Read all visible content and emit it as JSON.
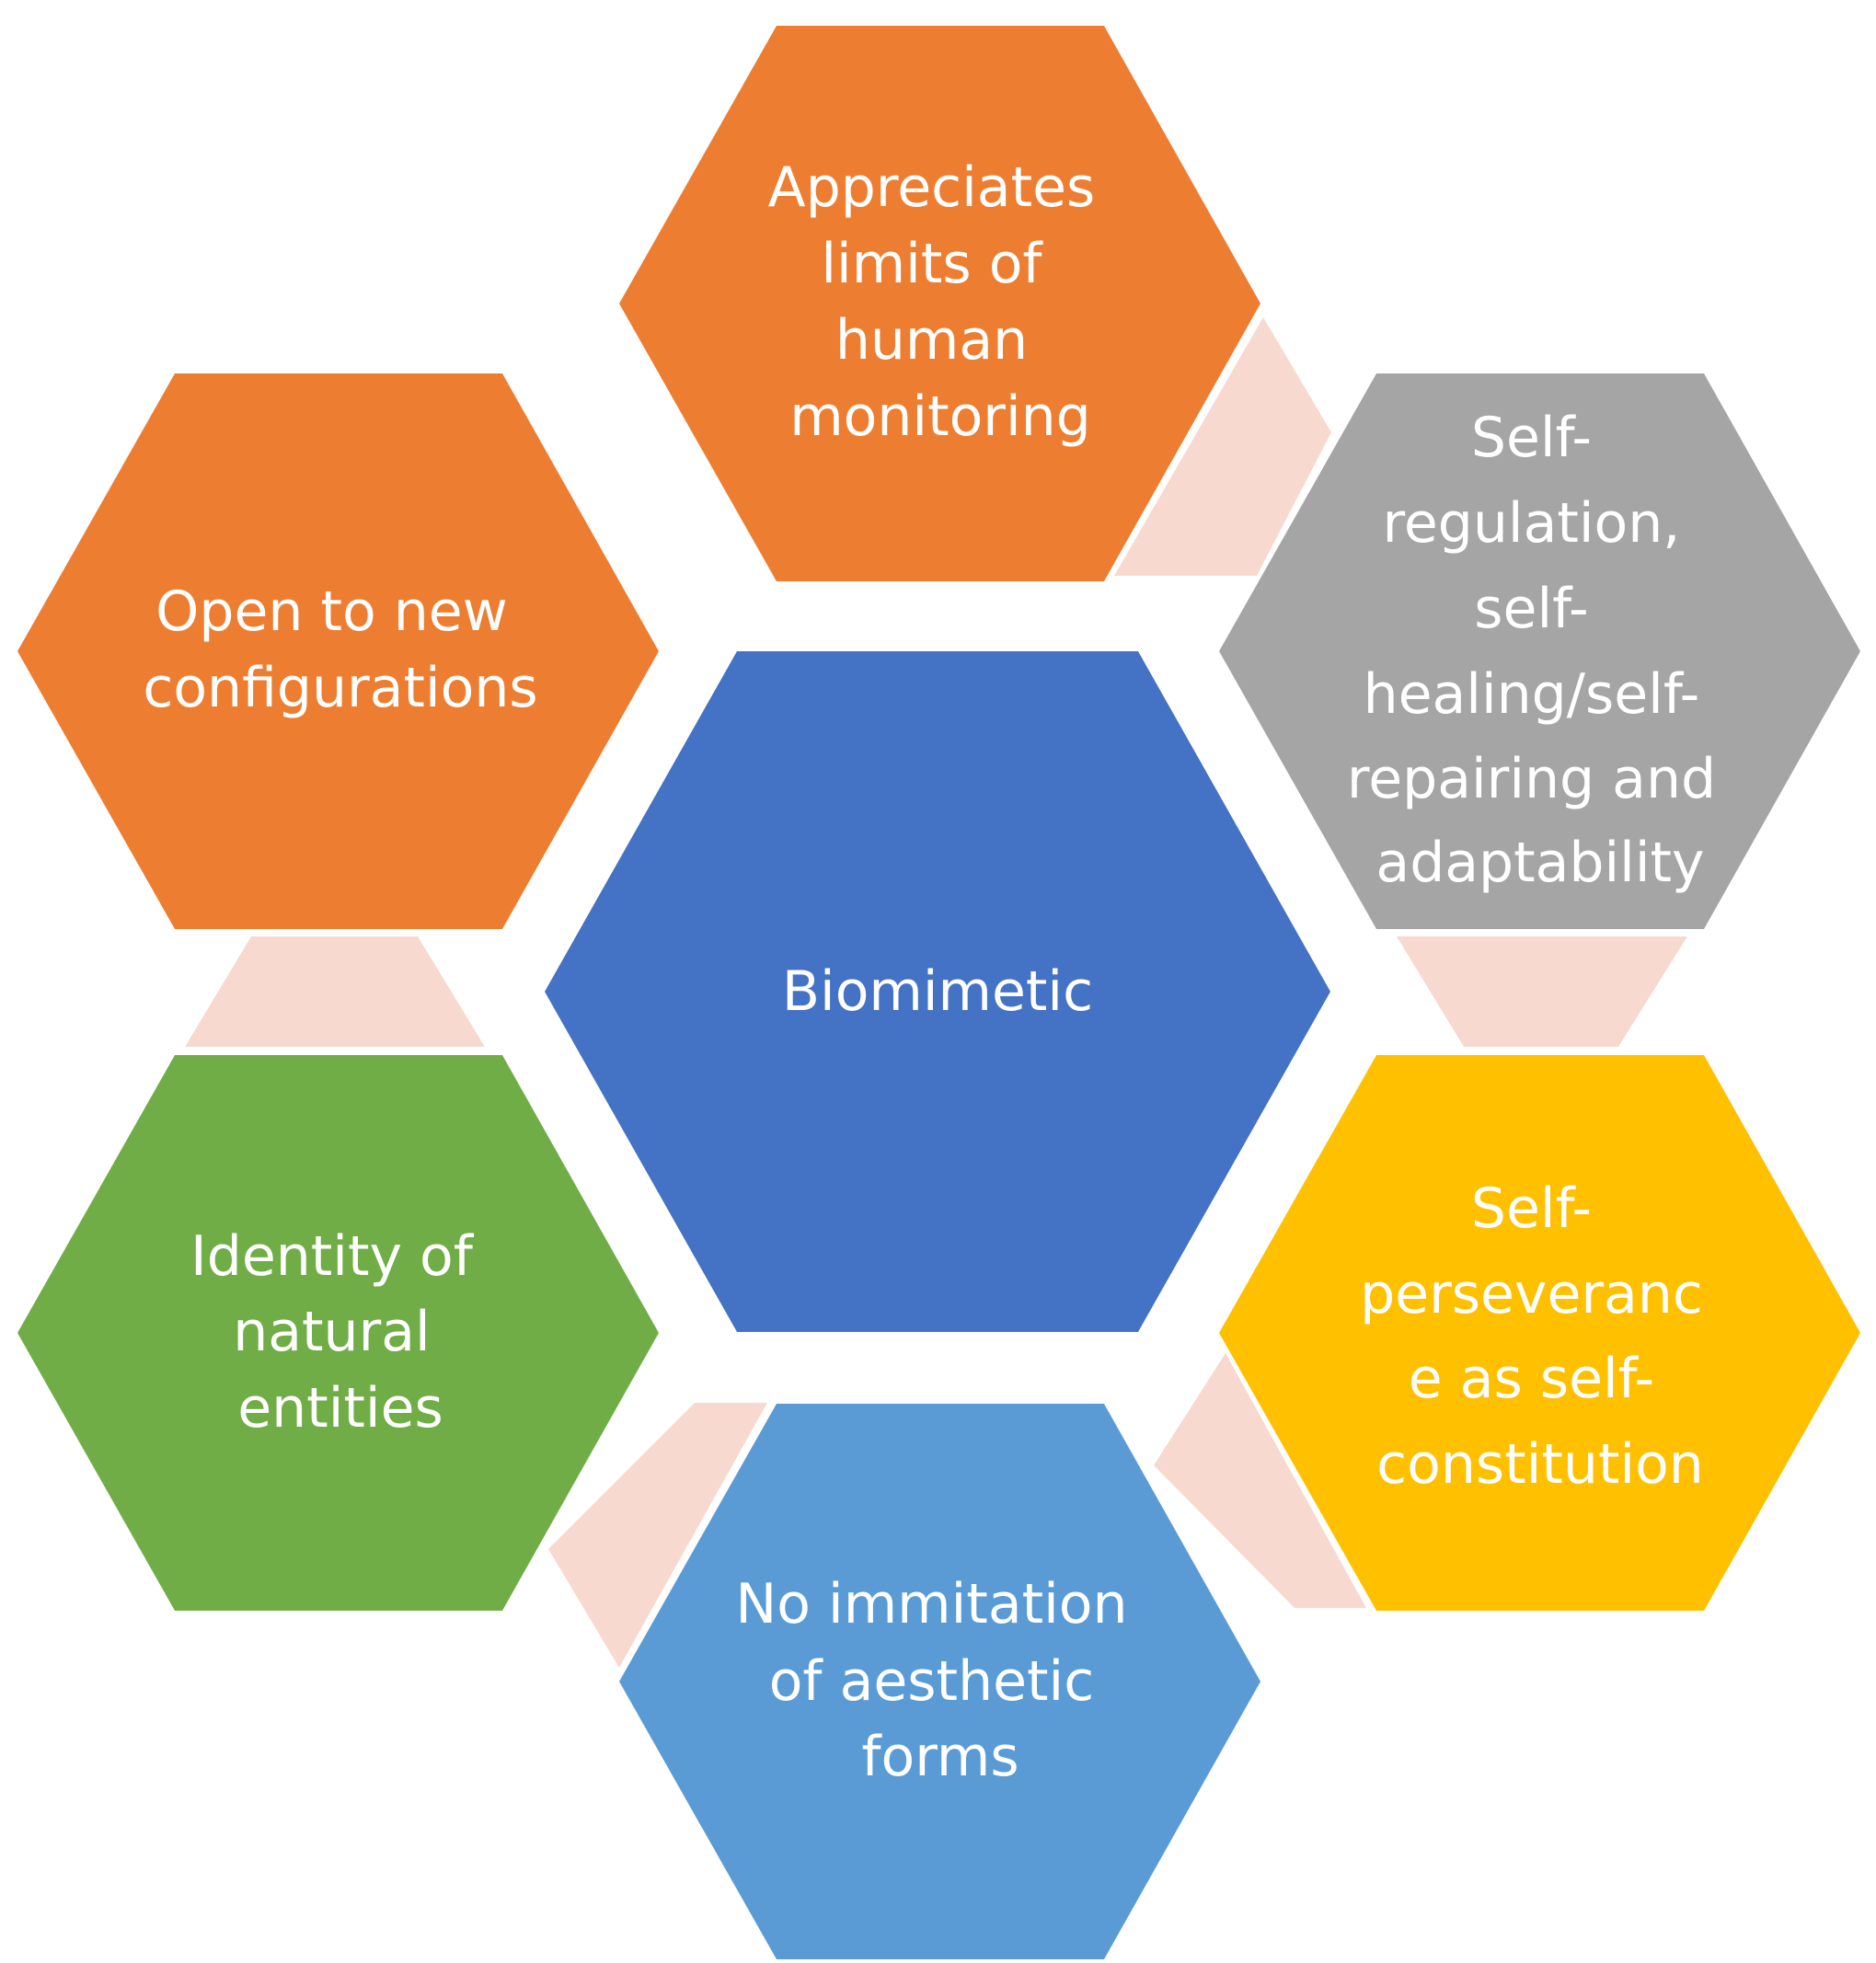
{
  "colors": {
    "orange": "#ED7D31",
    "gray": "#A5A5A5",
    "gold": "#FFC000",
    "light_blue": "#5B9BD5",
    "green": "#70AD47",
    "blue": "#4472C4",
    "connector": "#F8D9CF",
    "text": "#FFFFFF"
  },
  "center": {
    "label": "Biomimetic",
    "color_key": "blue"
  },
  "nodes": [
    {
      "id": "top",
      "color_key": "orange",
      "lines": [
        "Appreciates",
        "limits of",
        "human",
        "monitoring"
      ]
    },
    {
      "id": "upper-right",
      "color_key": "gray",
      "lines": [
        "Self-",
        "regulation,",
        "self-",
        "healing/self-",
        "repairing and",
        "adaptability"
      ]
    },
    {
      "id": "lower-right",
      "color_key": "gold",
      "lines": [
        "Self-",
        "perseveranc",
        "e as self-",
        "constitution"
      ]
    },
    {
      "id": "bottom",
      "color_key": "light_blue",
      "lines": [
        "No immitation",
        "of aesthetic",
        "forms"
      ]
    },
    {
      "id": "lower-left",
      "color_key": "green",
      "lines": [
        "Identity of",
        "natural",
        "entities"
      ]
    },
    {
      "id": "upper-left",
      "color_key": "orange",
      "lines": [
        "Open to new",
        "configurations"
      ]
    }
  ]
}
